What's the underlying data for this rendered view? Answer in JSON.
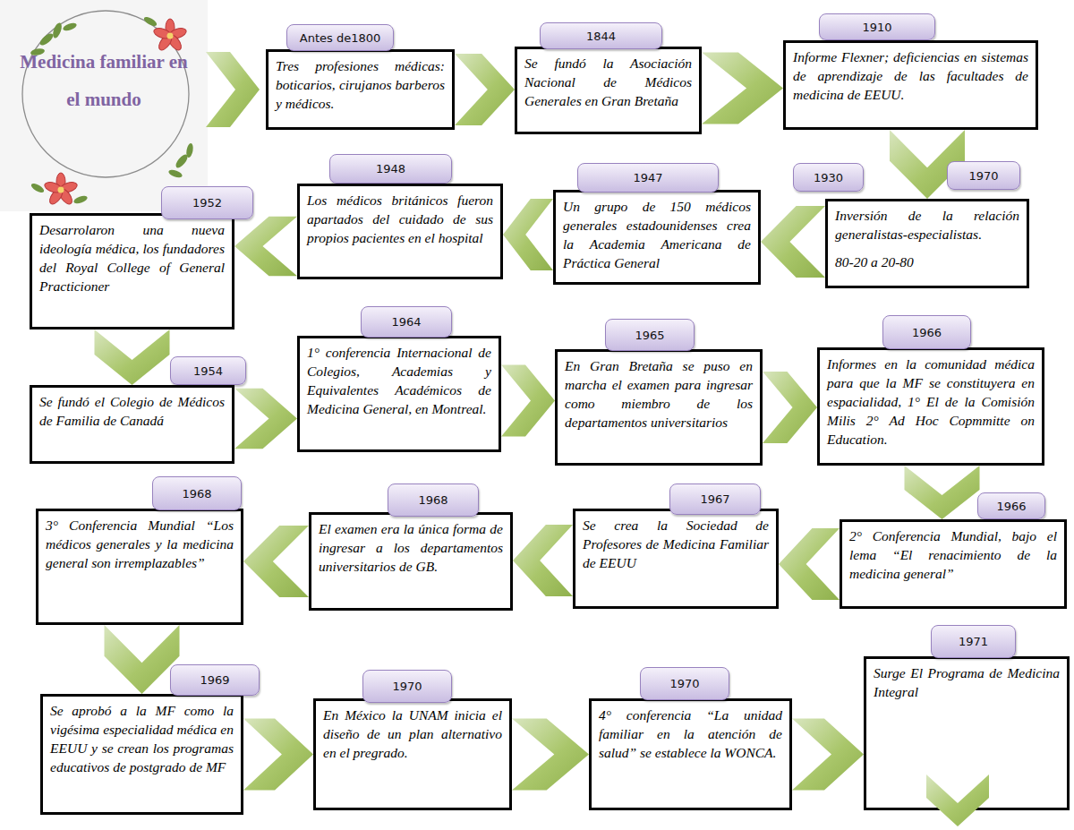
{
  "diagram": {
    "title": "Medicina familiar en el mundo",
    "nodes": [
      {
        "text": [
          "Antes de1800",
          "Tres profesiones médicas: boticarios, cirujanos barberos y médicos."
        ]
      },
      {
        "text": [
          "1844",
          "Se fundó la Asociación Nacional de Médicos Generales en Gran Bretaña"
        ]
      },
      {
        "text": [
          "1910",
          "Informe Flexner; deficiencias en sistemas de aprendizaje de las facultades de medicina de EEUU."
        ]
      },
      {
        "text": [
          "1930",
          "1970",
          "Inversión de la relación generalistas-especialistas.",
          "80-20 a 20-80"
        ]
      },
      {
        "text": [
          "1947",
          "Un grupo de 150 médicos generales estadounidenses crea la Academia Americana de Práctica General"
        ]
      },
      {
        "text": [
          "1948",
          "Los médicos británicos fueron apartados del cuidado de sus propios pacientes en el hospital"
        ]
      },
      {
        "text": [
          "1952",
          "Desarrolaron una nueva ideología médica, los fundadores del Royal College of General Practicioner"
        ]
      },
      {
        "text": [
          "1954",
          "Se fundó el Colegio de Médicos de Familia de Canadá"
        ]
      },
      {
        "text": [
          "1964",
          "1° conferencia Internacional de Colegios, Academias y Equivalentes Académicos de Medicina General, en Montreal."
        ]
      },
      {
        "text": [
          "1965",
          "En Gran Bretaña se puso en marcha el examen para ingresar como miembro de los departamentos universitarios"
        ]
      },
      {
        "text": [
          "1966",
          "Informes en la comunidad médica para que la MF se constituyera en espacialidad, 1° El de la Comisión Milis 2° Ad Hoc Copmmitte on Education."
        ]
      },
      {
        "text": [
          "1966",
          "2° Conferencia Mundial, bajo el lema “El renacimiento de la medicina general”"
        ]
      },
      {
        "text": [
          "1967",
          "Se crea la Sociedad de Profesores de Medicina Familiar de EEUU"
        ]
      },
      {
        "text": [
          "1968",
          "El examen era la única forma de ingresar a los departamentos universitarios de GB."
        ]
      },
      {
        "text": [
          "1968",
          "3° Conferencia Mundial “Los médicos generales y la medicina general son irremplazables”"
        ]
      },
      {
        "text": [
          "1969",
          "Se aprobó a la MF como la vigésima especialidad médica en EEUU y se crean los programas educativos de postgrado de MF"
        ]
      },
      {
        "text": [
          "1970",
          "En México la UNAM inicia el diseño de un plan alternativo en el pregrado."
        ]
      },
      {
        "text": [
          "1970",
          "4° conferencia “La unidad familiar en la atención de salud” se establece la WONCA."
        ]
      },
      {
        "text": [
          "1971",
          "Surge El Programa de Medicina Integral"
        ]
      }
    ],
    "edges": [
      {
        "from": 0,
        "to": 1,
        "arrow": "to"
      },
      {
        "from": 1,
        "to": 2,
        "arrow": "to"
      },
      {
        "from": 2,
        "to": 3,
        "arrow": "to"
      },
      {
        "from": 3,
        "to": 4,
        "arrow": "to"
      },
      {
        "from": 4,
        "to": 5,
        "arrow": "to"
      },
      {
        "from": 5,
        "to": 6,
        "arrow": "to"
      },
      {
        "from": 6,
        "to": 7,
        "arrow": "to"
      },
      {
        "from": 7,
        "to": 8,
        "arrow": "to"
      },
      {
        "from": 8,
        "to": 9,
        "arrow": "to"
      },
      {
        "from": 9,
        "to": 10,
        "arrow": "to"
      },
      {
        "from": 10,
        "to": 11,
        "arrow": "to"
      },
      {
        "from": 11,
        "to": 12,
        "arrow": "to"
      },
      {
        "from": 12,
        "to": 13,
        "arrow": "to"
      },
      {
        "from": 13,
        "to": 14,
        "arrow": "to"
      },
      {
        "from": 14,
        "to": 15,
        "arrow": "to"
      },
      {
        "from": 15,
        "to": 16,
        "arrow": "to"
      },
      {
        "from": 16,
        "to": 17,
        "arrow": "to"
      },
      {
        "from": 17,
        "to": 18,
        "arrow": "to"
      }
    ]
  }
}
